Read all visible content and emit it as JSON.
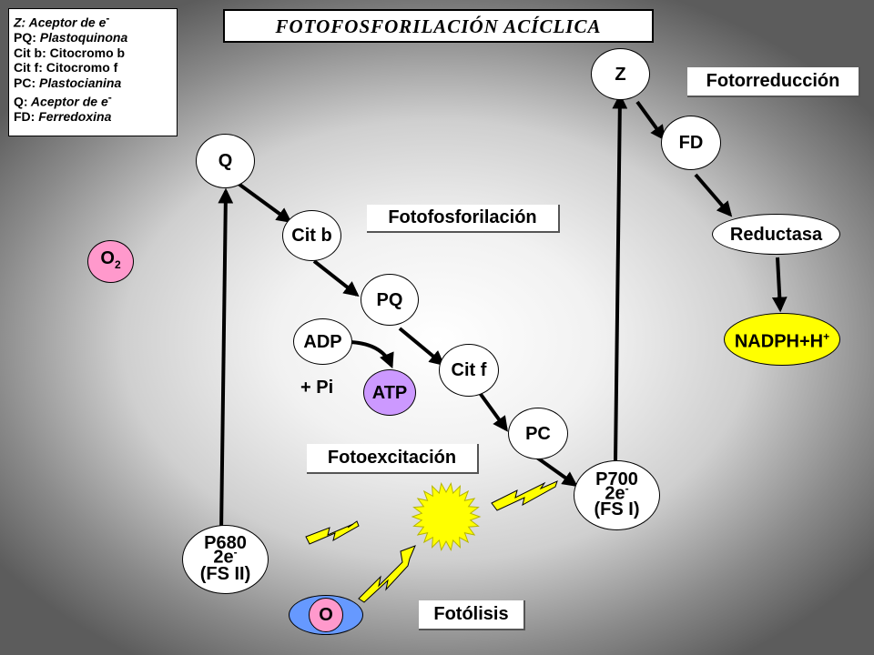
{
  "title": "FOTOFOSFORILACIÓN ACÍCLICA",
  "legend": [
    {
      "abbr": "Z:",
      "rest": " Aceptor de e",
      "sup": "-"
    },
    {
      "abbr": "PQ:",
      "rest": " Plastoquinona",
      "sup": ""
    },
    {
      "abbr": "Cit b:",
      "rest": " Citocromo b",
      "sup": ""
    },
    {
      "abbr": "Cit f:",
      "rest": " Citocromo f",
      "sup": ""
    },
    {
      "abbr": "PC:",
      "rest": " Plastocianina",
      "sup": ""
    },
    {
      "abbr": "Q:",
      "rest": " Aceptor de e",
      "sup": "-"
    },
    {
      "abbr": "FD:",
      "rest": " Ferredoxina",
      "sup": ""
    }
  ],
  "process_labels": {
    "fotorreduccion": "Fotorreducción",
    "fotofosforilacion": "Fotofosforilación",
    "fotoexcitacion": "Fotoexcitación",
    "fotolisis": "Fotólisis"
  },
  "nodes": {
    "q": "Q",
    "cit_b": "Cit b",
    "pq": "PQ",
    "cit_f": "Cit f",
    "pc": "PC",
    "z": "Z",
    "fd": "FD",
    "reductasa": "Reductasa",
    "adp": "ADP",
    "atp": "ATP",
    "o": "O",
    "p700_name": "P700",
    "p700_electrons": "2e",
    "p700_electrons_sup": "-",
    "p700_system": "(FS I)",
    "p680_name": "P680",
    "p680_electrons": "2e",
    "p680_electrons_sup": "-",
    "p680_system": "(FS II)",
    "nadph": "NADPH+H",
    "nadph_sup": "+",
    "o2": "O",
    "o2_sub": "2"
  },
  "pi_label": "+ Pi",
  "colors": {
    "arrow": "#000000",
    "lightning": "#ffff00",
    "sun": "#ffff00",
    "nadph_fill": "#ffff00",
    "atp_fill": "#cc99ff",
    "o2_fill": "#ff99cc",
    "o_outer_fill": "#6699ff",
    "o_inner_fill": "#ff99cc"
  },
  "icons": [
    "sun-icon",
    "lightning-bolt-icon"
  ]
}
